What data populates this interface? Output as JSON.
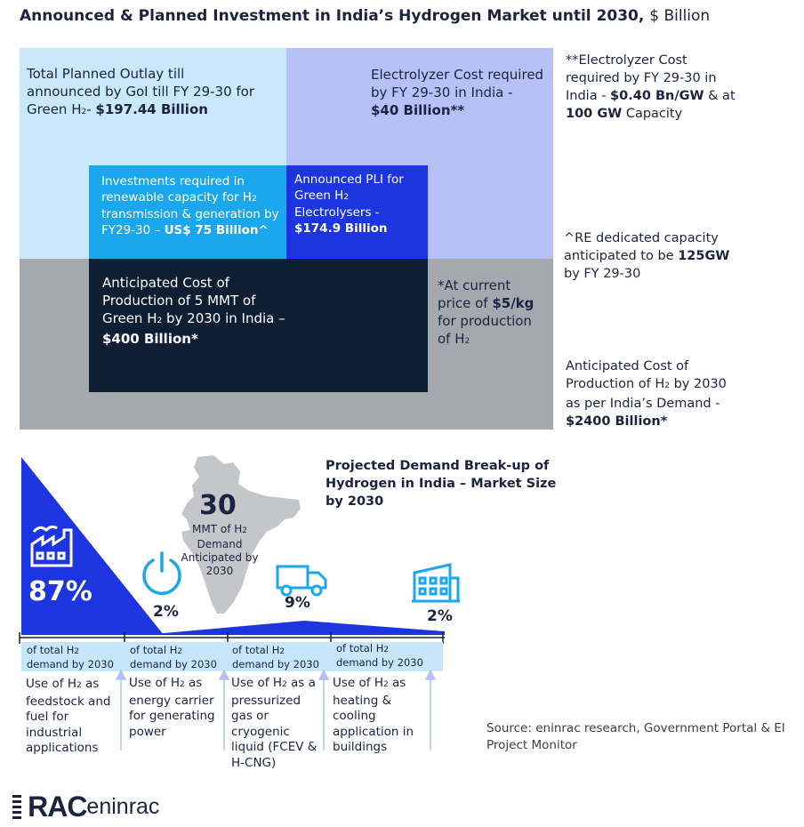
{
  "title": {
    "main": "Announced & Planned Investment in India’s Hydrogen Market until 2030,",
    "unit": "$ Billion"
  },
  "investment": {
    "total_outlay": {
      "line1": "Total Planned Outlay till",
      "line2": "announced by GoI till FY 29-30 for",
      "line3a": "Green H",
      "line3b": "2",
      "line3c": "- ",
      "value": "$197.44 Billion"
    },
    "electrolyzer_cost": {
      "line1": "Electrolyzer Cost required",
      "line2": "by FY 29-30 in India -",
      "value": "$40 Billion**"
    },
    "re_investment": {
      "line1": "Investments required in",
      "line2a": "renewable capacity for H",
      "line2b": "2",
      "line3": "transmission & generation by",
      "line4a": "FY29-30 – ",
      "value": "US$ 75 Billion^"
    },
    "pli": {
      "line1": "Announced PLI for",
      "line2a": "Green H",
      "line2b": "2",
      "line3": "Electrolysers -",
      "value": "$174.9 Billion"
    },
    "production_cost": {
      "line1": "Anticipated Cost of",
      "line2": "Production of 5 MMT of",
      "line3a": "Green H",
      "line3b": "2",
      "line3c": " by 2030  in India –",
      "value": "$400 Billion*"
    },
    "current_price": {
      "line1": "*At current",
      "line2a": "price of ",
      "value": "$5/kg",
      "line3": "for production",
      "line4a": "of H",
      "line4b": "2"
    }
  },
  "notes": {
    "electrolyzer": {
      "line1": "**Electrolyzer Cost",
      "line2": "required by FY 29-30 in",
      "line3a": "India - ",
      "value1": "$0.40 Bn/GW",
      "line3b": " & at",
      "value2": "100 GW",
      "line4b": " Capacity"
    },
    "re_capacity": {
      "line1": "^RE dedicated capacity",
      "line2a": "anticipated to be ",
      "value": "125GW",
      "line3": "by FY 29-30"
    },
    "demand_cost": {
      "line1": "Anticipated Cost of",
      "line2a": "Production of H",
      "line2b": "2",
      "line2c": " by 2030",
      "line3": "as per India’s Demand -",
      "value": "$2400 Billion*"
    }
  },
  "demand": {
    "heading": [
      "Projected Demand Break-up of",
      "Hydrogen in India – Market Size",
      "by 2030"
    ],
    "total": {
      "value": "30",
      "line1a": "MMT of H",
      "line1b": "2",
      "line2": "Demand",
      "line3": "Anticipated by",
      "line4": "2030"
    },
    "segments": [
      {
        "percent": "87%",
        "icon": "factory-icon",
        "cap1a": "of total H",
        "cap1b": "2",
        "cap2": "demand by 2030",
        "use": [
          "Use of H|2| as",
          "feedstock and",
          "fuel for",
          "industrial",
          "applications"
        ]
      },
      {
        "percent": "2%",
        "icon": "power-icon",
        "cap1a": "of total H",
        "cap1b": "2",
        "cap2": "demand by 2030",
        "use": [
          "Use of H|2| as",
          "energy carrier",
          "for generating",
          "power"
        ]
      },
      {
        "percent": "9%",
        "icon": "truck-icon",
        "cap1a": "of total H",
        "cap1b": "2",
        "cap2": "demand by 2030",
        "use": [
          "Use of H|2| as a",
          "pressurized",
          "gas or",
          "cryogenic",
          "liquid (FCEV &",
          "H-CNG)"
        ]
      },
      {
        "percent": "2%",
        "icon": "building-icon",
        "cap1a": "of total H",
        "cap1b": "2",
        "cap2": "demand by 2030",
        "use": [
          "Use of H|2| as",
          "heating &",
          "cooling",
          "application in",
          "buildings"
        ]
      }
    ],
    "demand_shares": [
      87,
      2,
      9,
      2
    ]
  },
  "source": [
    "Source: eninrac research, Government Portal & EI",
    "Project Monitor"
  ],
  "logo": {
    "text1": "RAC",
    "text2": "eninrac"
  },
  "colors": {
    "light_blue": "#c9e8fa",
    "lavender": "#b5c1f7",
    "sky": "#1aa7ee",
    "royal": "#1d35e0",
    "navy": "#0f1f33",
    "grey": "#a4a9b0",
    "caption_bg": "#c6e6fb"
  }
}
